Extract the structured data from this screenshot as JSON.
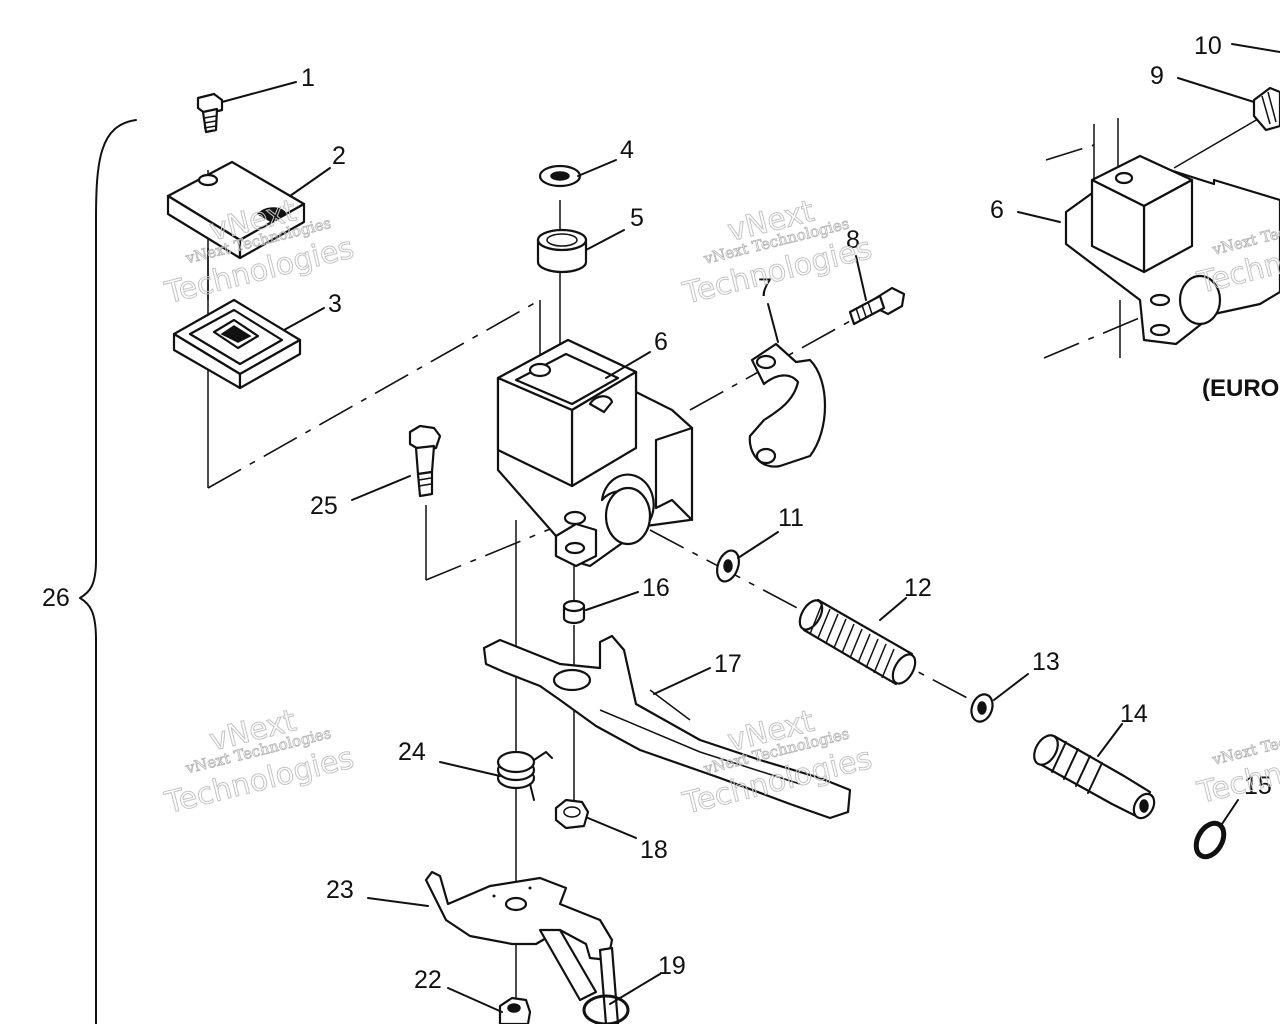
{
  "callouts": [
    "1",
    "2",
    "3",
    "4",
    "5",
    "6",
    "7",
    "8",
    "9",
    "10",
    "11",
    "12",
    "13",
    "14",
    "15",
    "16",
    "17",
    "18",
    "19",
    "22",
    "23",
    "24",
    "25",
    "26"
  ],
  "variant_label": "(EURO",
  "watermark": {
    "line1": "vNext Technologies",
    "line2": "vNext",
    "line3": "Technologies"
  }
}
